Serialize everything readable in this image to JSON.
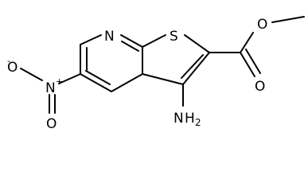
{
  "molecule": {
    "atoms": {
      "n_ring": "N",
      "s_ring": "S",
      "o_ester_single": "O",
      "o_ester_double": "O",
      "amino_n": "N",
      "amino_h": "H",
      "amino_sub": "2",
      "nitro_n": "N",
      "nitro_n_charge": "+",
      "nitro_o_upper": "O",
      "nitro_o_upper_charge": "-",
      "nitro_o_lower": "O"
    }
  }
}
